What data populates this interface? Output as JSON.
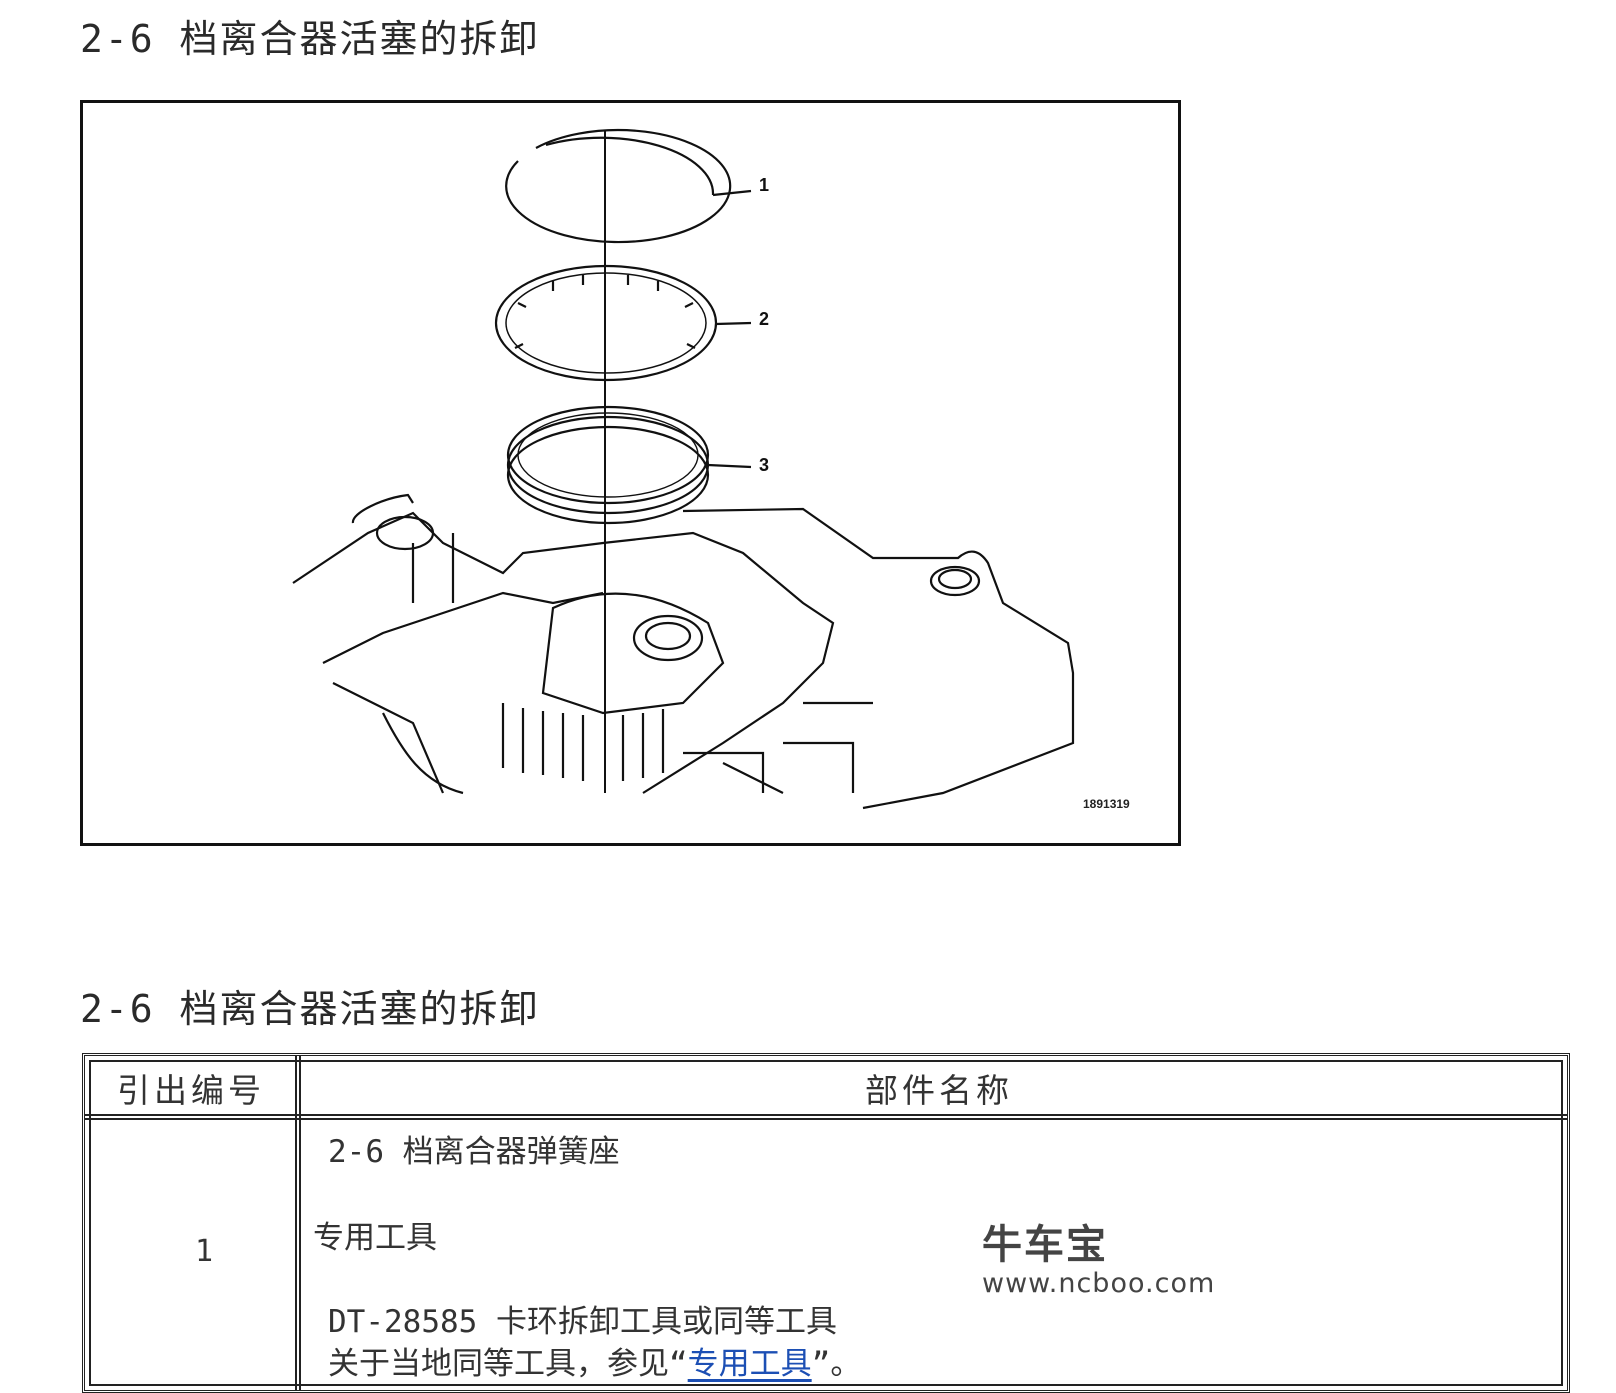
{
  "heading": "2-6 档离合器活塞的拆卸",
  "figure": {
    "callouts": [
      "1",
      "2",
      "3"
    ],
    "figure_id": "1891319"
  },
  "section_heading": "2-6 档离合器活塞的拆卸",
  "table": {
    "headers": [
      "引出编号",
      "部件名称"
    ],
    "rows": [
      {
        "number": "1",
        "part_name": "2-6 档离合器弹簧座",
        "tools_label": "专用工具",
        "tool": "DT-28585 卡环拆卸工具或同等工具",
        "note_prefix": "关于当地同等工具，参见“",
        "note_link": "专用工具",
        "note_suffix": "”。"
      }
    ]
  },
  "watermark": {
    "brand": "牛车宝",
    "url": "www.ncboo.com"
  }
}
